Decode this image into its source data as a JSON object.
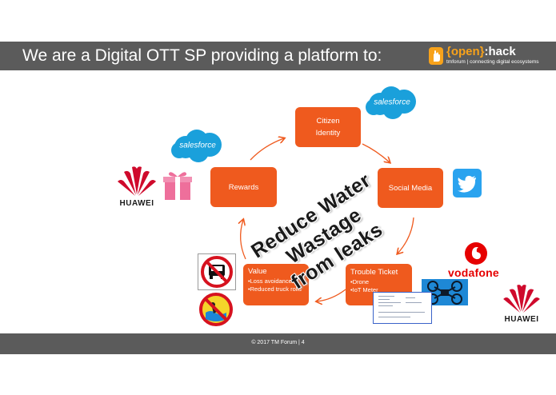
{
  "header": {
    "title": "We are a Digital OTT SP providing a platform to:",
    "logo": {
      "brace_open": "{open}",
      "colon": ":",
      "hack": "hack",
      "subtitle": "tmforum | connecting digital ecosystems"
    }
  },
  "diagram": {
    "citizen_identity": {
      "line1": "Citizen",
      "line2": "Identity"
    },
    "social_media": {
      "label": "Social Media"
    },
    "trouble_ticket": {
      "title": "Trouble  Ticket",
      "items": [
        "Drone",
        "IoT Meter"
      ]
    },
    "value": {
      "title": "Value",
      "items": [
        "Loss avoidance",
        "Reduced truck rolls"
      ]
    },
    "rewards": {
      "label": "Rewards"
    }
  },
  "watermark": {
    "line1": "Reduce Water",
    "line2": "Wastage",
    "line3": "from leaks"
  },
  "logos": {
    "salesforce_top": "salesforce",
    "salesforce_left": "salesforce",
    "huawei_left": "HUAWEI",
    "huawei_right": "HUAWEI",
    "vodafone": "vodafone"
  },
  "icons": [
    "gift-icon",
    "twitter-bird-icon",
    "no-truck-icon",
    "no-water-icon",
    "drone-icon",
    "vodafone-logo-icon",
    "huawei-logo-icon"
  ],
  "colors": {
    "accent": "#ef5a1e",
    "header_bg": "#5b5b5b",
    "salesforce_blue": "#1aa0db",
    "twitter_blue": "#1da1f2",
    "vodafone_red": "#e60000",
    "huawei_red": "#cf0a2c"
  },
  "footer": {
    "text": "© 2017 TM Forum   |   4"
  }
}
